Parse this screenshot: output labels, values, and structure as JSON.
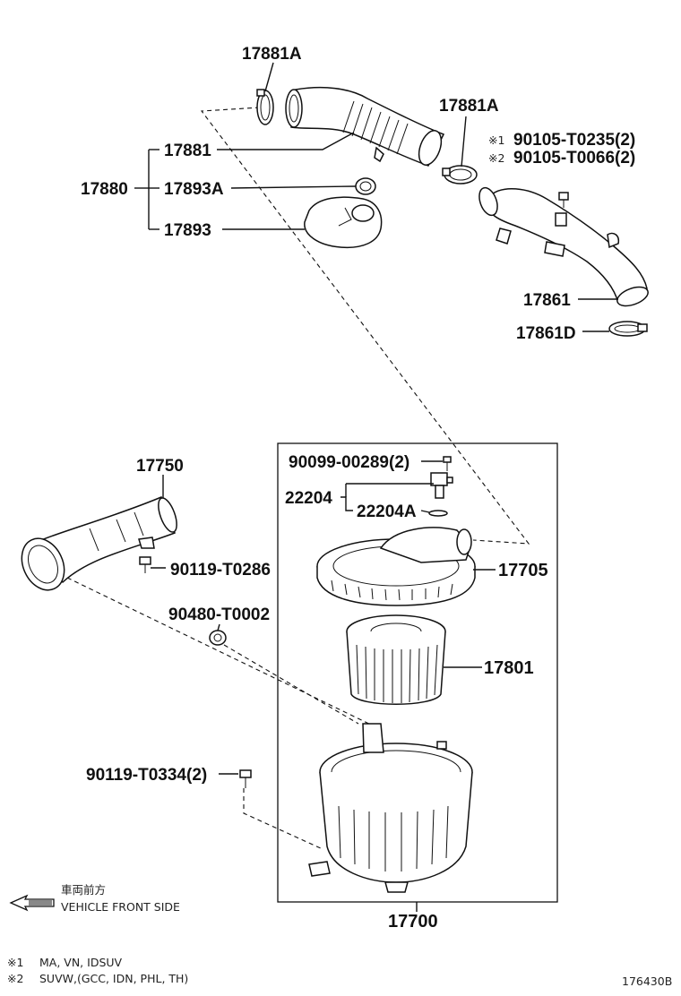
{
  "parts": {
    "p17881A_top": "17881A",
    "p17881A_right": "17881A",
    "p17881": "17881",
    "p17880": "17880",
    "p17893A": "17893A",
    "p17893": "17893",
    "p90105a": "90105-T0235(2)",
    "p90105b": "90105-T0066(2)",
    "p17861": "17861",
    "p17861D": "17861D",
    "p17750": "17750",
    "p90119a": "90119-T0286",
    "p90480": "90480-T0002",
    "p90099": "90099-00289(2)",
    "p22204": "22204",
    "p22204A": "22204A",
    "p17705": "17705",
    "p17801": "17801",
    "p90119b": "90119-T0334(2)",
    "p17700": "17700"
  },
  "marks": {
    "m1": "※1",
    "m2": "※2"
  },
  "direction": {
    "jp": "車両前方",
    "en": "VEHICLE FRONT SIDE"
  },
  "notes": {
    "n1_mark": "※1",
    "n1_text": "MA, VN, IDSUV",
    "n2_mark": "※2",
    "n2_text": "SUVW,(GCC, IDN, PHL, TH)"
  },
  "figure_id": "176430B"
}
